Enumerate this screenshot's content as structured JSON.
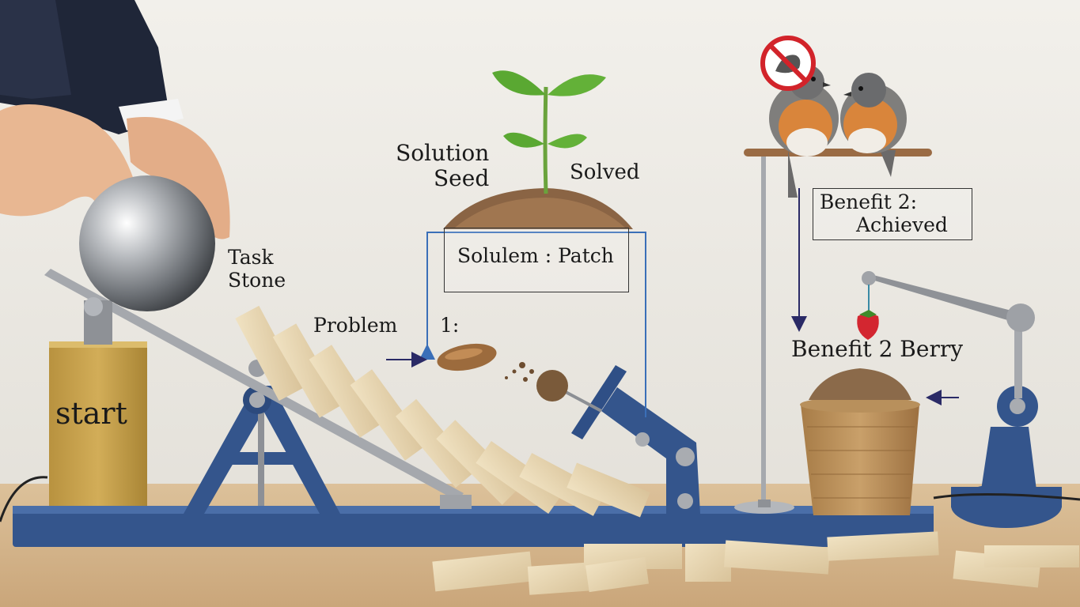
{
  "labels": {
    "start": "start",
    "task_stone_line1": "Task",
    "task_stone_line2": "Stone",
    "problem": "Problem",
    "problem_number": "1:",
    "solution_seed_line1": "Solution",
    "solution_seed_line2": "Seed",
    "solved": "Solved",
    "solulem_patch": "Solulem : Patch",
    "benefit2_line1": "Benefit 2:",
    "benefit2_line2": "Achieved",
    "benefit2_berry": "Benefit 2 Berry"
  },
  "colors": {
    "background": "#efede8",
    "table": "#d9b98f",
    "machine_blue": "#34558c",
    "block_wood": "#e6d3ad",
    "start_block": "#c9a24a",
    "arrow_blue": "#3a6fb8",
    "arrow_navy": "#2a2a66",
    "leaf_green": "#5aa832",
    "bird_orange": "#d9853b",
    "no_sign_red": "#d2232a"
  },
  "icons": {
    "no_bird_sign": "no-bird-icon",
    "berry": "strawberry-icon",
    "seed": "seed-icon",
    "sprout": "sprout-icon"
  }
}
